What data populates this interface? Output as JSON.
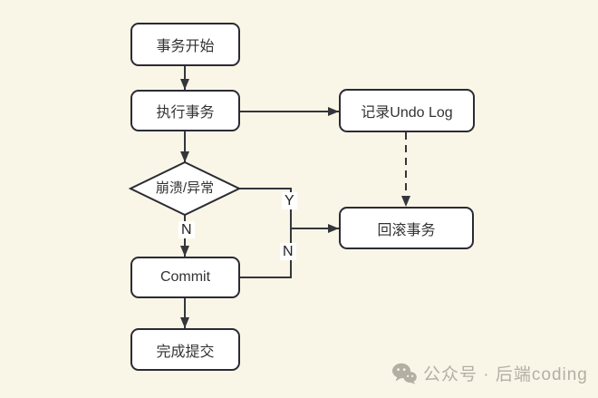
{
  "colors": {
    "background": "#FAF6E7",
    "node_fill": "#FFFFFF",
    "node_border": "#2B2B33",
    "line": "#35353C",
    "text": "#333333",
    "label_bg": "#FFFFFF",
    "watermark": "#B3AFA3"
  },
  "flowchart": {
    "nodes": {
      "start": {
        "label": "事务开始"
      },
      "execute": {
        "label": "执行事务"
      },
      "undo_log": {
        "label": "记录Undo Log"
      },
      "crash_check": {
        "label": "崩溃/异常"
      },
      "rollback": {
        "label": "回滚事务"
      },
      "commit": {
        "label": "Commit"
      },
      "done": {
        "label": "完成提交"
      }
    },
    "edge_labels": {
      "crash_yes": "Y",
      "branch_no": "N",
      "crash_no": "N"
    }
  },
  "watermark": {
    "icon": "wechat-icon",
    "text": "公众号 · 后端coding"
  }
}
